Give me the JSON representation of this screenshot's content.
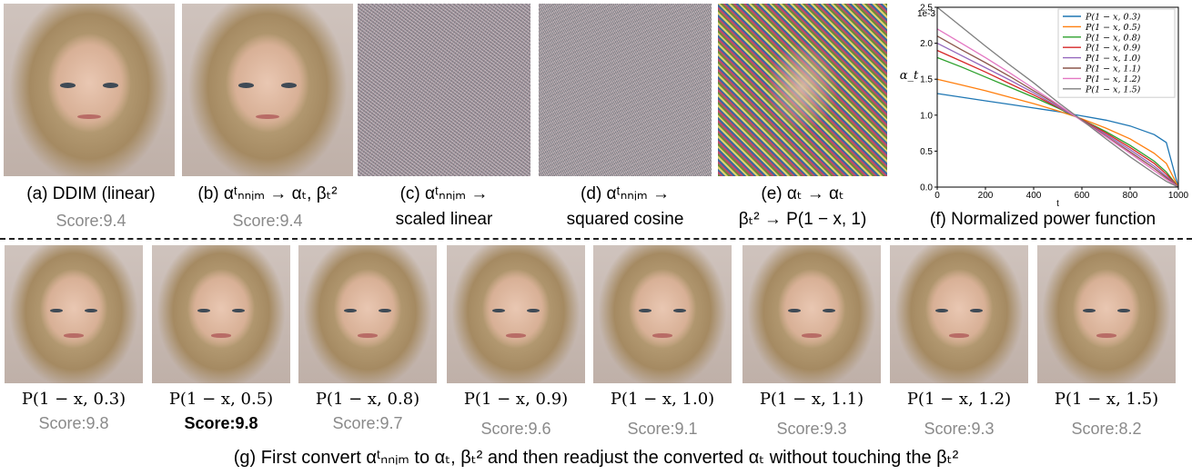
{
  "top_panels": [
    {
      "caption_line1": "(a) DDIM (linear)",
      "caption_line2": "",
      "score": "Score:9.4"
    },
    {
      "caption_line1": "(b) αᵗₙₙᵢₘ → αₜ, βₜ²",
      "caption_line2": "",
      "score": "Score:9.4"
    },
    {
      "caption_line1": "(c) αᵗₙₙᵢₘ →",
      "caption_line2": "scaled linear",
      "score": ""
    },
    {
      "caption_line1": "(d) αᵗₙₙᵢₘ →",
      "caption_line2": "squared cosine",
      "score": ""
    },
    {
      "caption_line1": "(e) αₜ → αₜ",
      "caption_line2": "βₜ² → P(1 − x, 1)",
      "score": ""
    }
  ],
  "chart_caption": "(f) Normalized power function",
  "chart_data": {
    "type": "line",
    "title": "",
    "xlabel": "t",
    "ylabel": "α_t",
    "scale_label": "1e-3",
    "xlim": [
      0,
      1000
    ],
    "ylim": [
      0,
      2.5
    ],
    "xticks": [
      "0",
      "200",
      "400",
      "600",
      "800",
      "1000"
    ],
    "yticks": [
      "0.0",
      "0.5",
      "1.0",
      "1.5",
      "2.0",
      "2.5"
    ],
    "x": [
      0,
      100,
      200,
      300,
      400,
      500,
      600,
      700,
      800,
      900,
      950,
      1000
    ],
    "series": [
      {
        "name": "P(1 − x, 0.3)",
        "color": "#1f77b4",
        "values": [
          1.3,
          1.25,
          1.2,
          1.15,
          1.1,
          1.05,
          0.99,
          0.93,
          0.85,
          0.73,
          0.62,
          0.0
        ]
      },
      {
        "name": "P(1 − x, 0.5)",
        "color": "#ff7f0e",
        "values": [
          1.5,
          1.42,
          1.34,
          1.25,
          1.16,
          1.06,
          0.95,
          0.82,
          0.67,
          0.47,
          0.33,
          0.0
        ]
      },
      {
        "name": "P(1 − x, 0.8)",
        "color": "#2ca02c",
        "values": [
          1.8,
          1.67,
          1.53,
          1.39,
          1.25,
          1.1,
          0.94,
          0.77,
          0.58,
          0.36,
          0.21,
          0.0
        ]
      },
      {
        "name": "P(1 − x, 0.9)",
        "color": "#d62728",
        "values": [
          1.9,
          1.75,
          1.6,
          1.44,
          1.28,
          1.11,
          0.94,
          0.75,
          0.55,
          0.33,
          0.18,
          0.0
        ]
      },
      {
        "name": "P(1 − x, 1.0)",
        "color": "#9467bd",
        "values": [
          2.0,
          1.83,
          1.66,
          1.49,
          1.31,
          1.12,
          0.93,
          0.73,
          0.52,
          0.29,
          0.15,
          0.0
        ]
      },
      {
        "name": "P(1 − x, 1.1)",
        "color": "#8c564b",
        "values": [
          2.1,
          1.91,
          1.73,
          1.54,
          1.34,
          1.14,
          0.93,
          0.71,
          0.49,
          0.26,
          0.13,
          0.0
        ]
      },
      {
        "name": "P(1 − x, 1.2)",
        "color": "#e377c2",
        "values": [
          2.2,
          2.0,
          1.8,
          1.59,
          1.37,
          1.15,
          0.92,
          0.7,
          0.47,
          0.23,
          0.11,
          0.0
        ]
      },
      {
        "name": "P(1 − x, 1.5)",
        "color": "#7f7f7f",
        "values": [
          2.5,
          2.23,
          1.96,
          1.7,
          1.45,
          1.18,
          0.93,
          0.67,
          0.42,
          0.19,
          0.08,
          0.0
        ]
      }
    ],
    "legend_position": "top-right",
    "grid": false
  },
  "bottom_panels": [
    {
      "caption": "P(1 − x, 0.3)",
      "score": "Score:9.8",
      "best": false
    },
    {
      "caption": "P(1 − x, 0.5)",
      "score": "Score:9.8",
      "best": true
    },
    {
      "caption": "P(1 − x, 0.8)",
      "score": "Score:9.7",
      "best": false
    },
    {
      "caption": "P(1 − x, 0.9)",
      "score": "Score:9.6",
      "best": false
    },
    {
      "caption": "P(1 − x, 1.0)",
      "score": "Score:9.1",
      "best": false
    },
    {
      "caption": "P(1 − x, 1.1)",
      "score": "Score:9.3",
      "best": false
    },
    {
      "caption": "P(1 − x, 1.2)",
      "score": "Score:9.3",
      "best": false
    },
    {
      "caption": "P(1 − x, 1.5)",
      "score": "Score:8.2",
      "best": false
    }
  ],
  "bottom_caption": "(g) First convert αᵗₙₙᵢₘ to αₜ, βₜ² and then readjust the converted αₜ without touching the βₜ²"
}
